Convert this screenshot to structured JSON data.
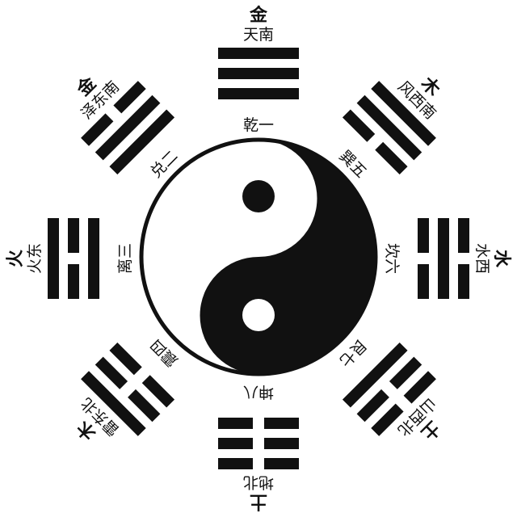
{
  "colors": {
    "ink": "#111111",
    "paper": "#ffffff"
  },
  "center": {
    "symbol": "taiji-yin-yang"
  },
  "trigrams": [
    {
      "id": "qian",
      "element": "金",
      "direction": "天南",
      "name": "乾一",
      "lines": [
        1,
        1,
        1
      ]
    },
    {
      "id": "xun",
      "element": "木",
      "direction": "风西南",
      "name": "巽五",
      "lines": [
        0,
        1,
        1
      ]
    },
    {
      "id": "kan",
      "element": "水",
      "direction": "水西",
      "name": "坎六",
      "lines": [
        0,
        1,
        0
      ]
    },
    {
      "id": "gen",
      "element": "土",
      "direction": "山西北",
      "name": "艮七",
      "lines": [
        1,
        0,
        0
      ]
    },
    {
      "id": "kun",
      "element": "土",
      "direction": "地北",
      "name": "坤八",
      "lines": [
        0,
        0,
        0
      ]
    },
    {
      "id": "zhen",
      "element": "木",
      "direction": "雷东北",
      "name": "震四",
      "lines": [
        0,
        0,
        1
      ]
    },
    {
      "id": "li",
      "element": "火",
      "direction": "火东",
      "name": "离三",
      "lines": [
        1,
        0,
        1
      ]
    },
    {
      "id": "dui",
      "element": "金",
      "direction": "泽东南",
      "name": "兑二",
      "lines": [
        1,
        1,
        0
      ]
    }
  ]
}
